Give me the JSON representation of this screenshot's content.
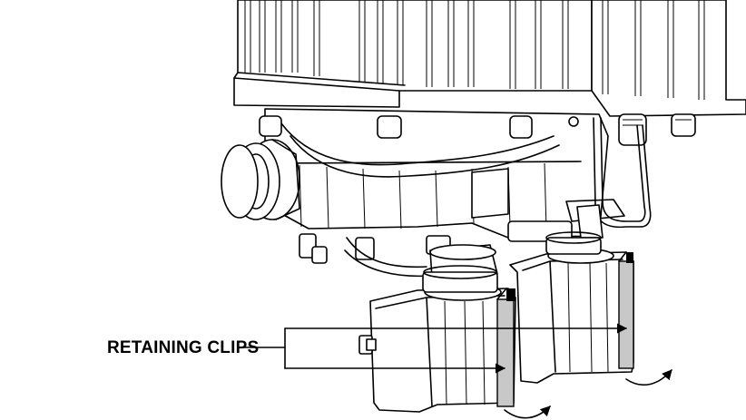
{
  "callout": {
    "label": "RETAINING CLIPS"
  },
  "icons": [
    "pump-assembly-illustration",
    "callout-arrow",
    "rotation-arrow"
  ],
  "colors": {
    "ink": "#000000",
    "clip_fill": "#c8c8c8",
    "background": "#ffffff"
  }
}
